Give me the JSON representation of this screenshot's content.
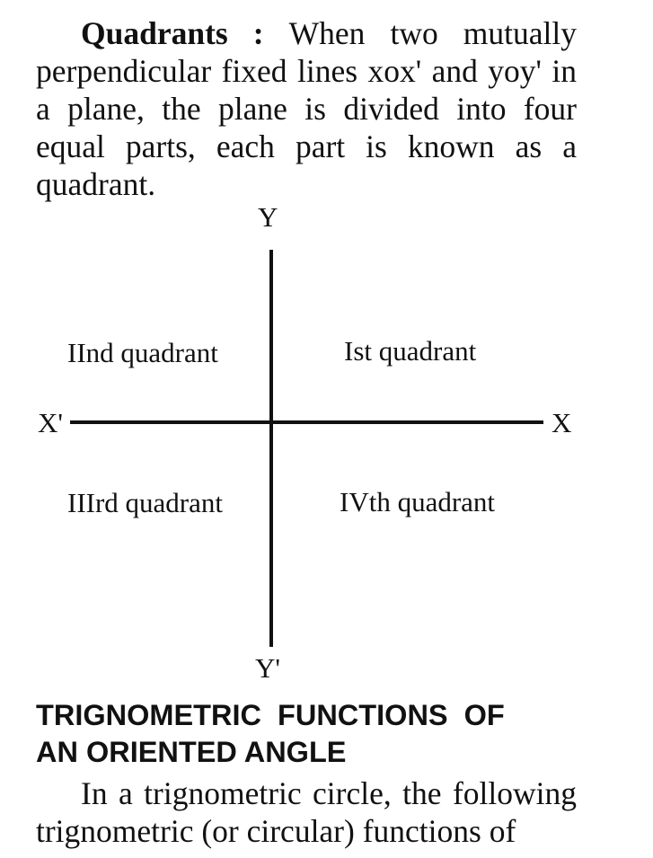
{
  "quadrants_para": {
    "term": "Quadrants",
    "separator": " : ",
    "text": "When two mutually perpendicular fixed lines xox' and yoy' in a plane, the plane is divided into four equal parts, each part is known as a quadrant."
  },
  "diagram": {
    "y_label": "Y",
    "y_prime_label": "Y'",
    "x_label": "X",
    "x_prime_label": "X'",
    "q1": "Ist quadrant",
    "q2": "IInd quadrant",
    "q3": "IIIrd quadrant",
    "q4": "IVth quadrant"
  },
  "heading": {
    "line1": "TRIGNOMETRIC  FUNCTIONS  OF",
    "line2": "AN ORIENTED ANGLE"
  },
  "trig_para": {
    "text": "In a trignometric circle, the following trignometric (or circular) functions of"
  }
}
